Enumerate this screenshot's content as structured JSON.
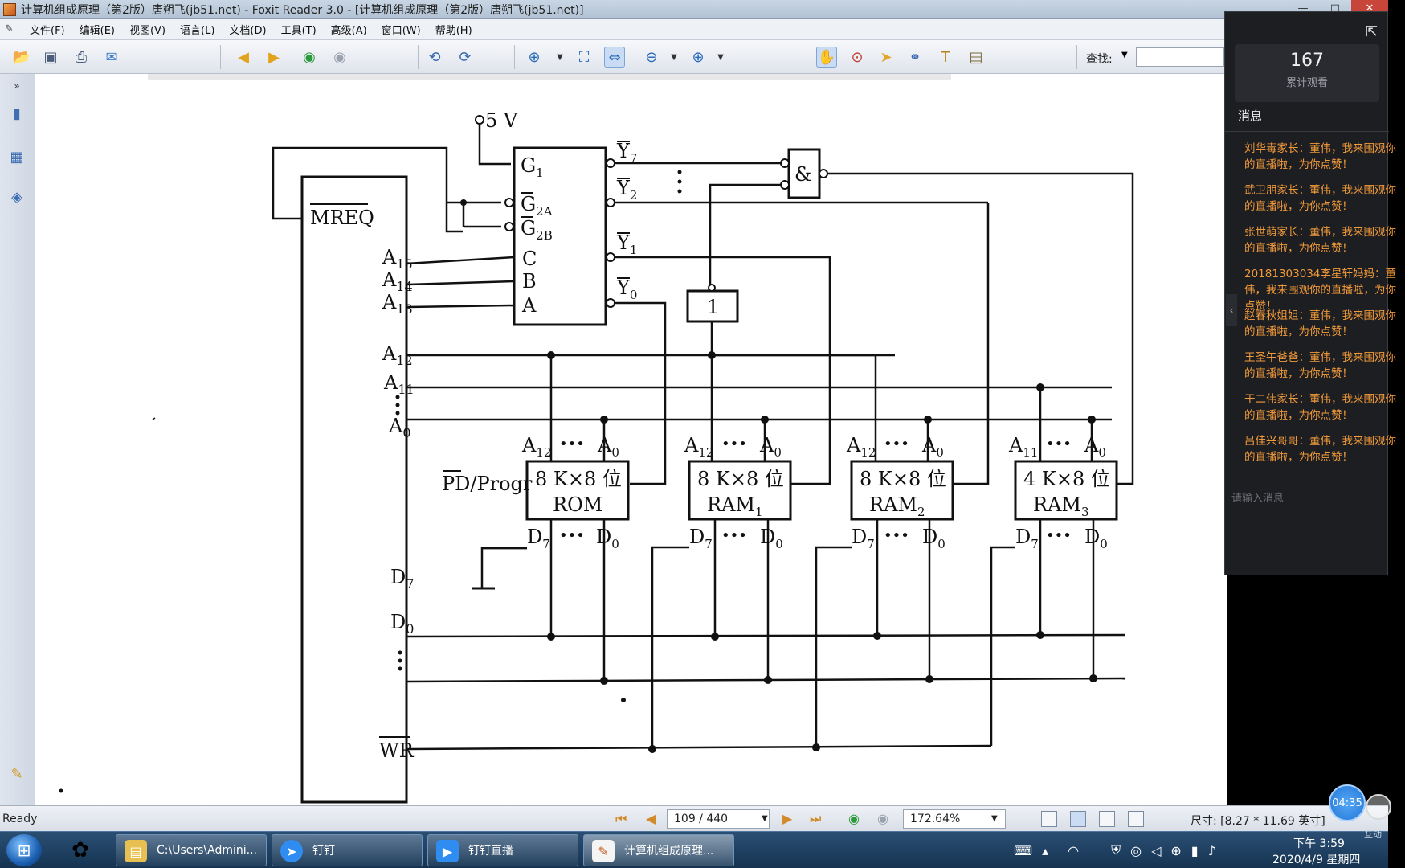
{
  "window": {
    "title": "计算机组成原理（第2版）唐朔飞(jb51.net) - Foxit Reader 3.0 - [计算机组成原理（第2版）唐朔飞(jb51.net)]",
    "minimize": "—",
    "maximize": "□",
    "close": "✕"
  },
  "menu": [
    "文件(F)",
    "编辑(E)",
    "视图(V)",
    "语言(L)",
    "文档(D)",
    "工具(T)",
    "高级(A)",
    "窗口(W)",
    "帮助(H)"
  ],
  "toolbar": {
    "find_label": "查找:"
  },
  "diagram": {
    "supply": "5 V",
    "mreq": "MREQ",
    "addr_a15": "A",
    "addr_a15_sub": "15",
    "addr_a14": "A",
    "addr_a14_sub": "14",
    "addr_a13": "A",
    "addr_a13_sub": "13",
    "addr_a12": "A",
    "addr_a12_sub": "12",
    "addr_a11": "A",
    "addr_a11_sub": "11",
    "addr_a0": "A",
    "addr_a0_sub": "0",
    "data_d7": "D",
    "data_d7_sub": "7",
    "data_d0": "D",
    "data_d0_sub": "0",
    "wr": "WR",
    "decoder_g1": "G",
    "decoder_g1_sub": "1",
    "decoder_g2a": "G",
    "decoder_g2a_sub": "2A",
    "decoder_g2b": "G",
    "decoder_g2b_sub": "2B",
    "decoder_c": "C",
    "decoder_b": "B",
    "decoder_a": "A",
    "y7": "Y",
    "y7_sub": "7",
    "y2": "Y",
    "y2_sub": "2",
    "y1": "Y",
    "y1_sub": "1",
    "y0": "Y",
    "y0_sub": "0",
    "and_gate": "&",
    "not_gate": "1",
    "pd_progr": "PD/Progr",
    "chips": [
      {
        "line1": "8 K×8 位",
        "line2": "ROM",
        "line2_sub": "",
        "a_hi": "A",
        "a_hi_sub": "12"
      },
      {
        "line1": "8 K×8 位",
        "line2": "RAM",
        "line2_sub": "1",
        "a_hi": "A",
        "a_hi_sub": "12"
      },
      {
        "line1": "8 K×8 位",
        "line2": "RAM",
        "line2_sub": "2",
        "a_hi": "A",
        "a_hi_sub": "12"
      },
      {
        "line1": "4 K×8 位",
        "line2": "RAM",
        "line2_sub": "3",
        "a_hi": "A",
        "a_hi_sub": "11"
      }
    ],
    "chip_a_lo": "A",
    "chip_a_lo_sub": "0",
    "chip_d_hi": "D",
    "chip_d_hi_sub": "7",
    "chip_d_lo": "D",
    "chip_d_lo_sub": "0",
    "dots": "•••"
  },
  "status": {
    "ready": "Ready",
    "page": "109 / 440",
    "zoom": "172.64%",
    "page_size": "尺寸: [8.27 * 11.69 英寸]"
  },
  "live": {
    "viewer_count": "167",
    "viewer_label": "累计观看",
    "messages_title": "消息",
    "messages": [
      "刘华毒家长：董伟，我来围观你的直播啦，为你点赞！",
      "武卫朋家长：董伟，我来围观你的直播啦，为你点赞！",
      "张世萌家长：董伟，我来围观你的直播啦，为你点赞！",
      "20181303034李星轩妈妈：董伟，我来围观你的直播啦，为你点赞！",
      "赵春秋姐姐：董伟，我来围观你的直播啦，为你点赞！",
      "王圣午爸爸：董伟，我来围观你的直播啦，为你点赞！",
      "于二伟家长：董伟，我来围观你的直播啦，为你点赞！",
      "吕佳兴哥哥：董伟，我来围观你的直播啦，为你点赞！"
    ],
    "input_placeholder": "请输入消息",
    "timer": "04:35",
    "side_label": "互动"
  },
  "taskbar": {
    "tasks": [
      {
        "label": "C:\\Users\\Admini...",
        "icon": "folder-icon"
      },
      {
        "label": "钉钉",
        "icon": "dingtalk-icon"
      },
      {
        "label": "钉钉直播",
        "icon": "live-icon"
      },
      {
        "label": "计算机组成原理...",
        "icon": "foxit-icon"
      }
    ],
    "time": "下午 3:59",
    "date": "2020/4/9 星期四"
  },
  "colors": {
    "message": "#f19a3a",
    "panel": "#1d1e22",
    "taskbar": "#1f4266"
  }
}
